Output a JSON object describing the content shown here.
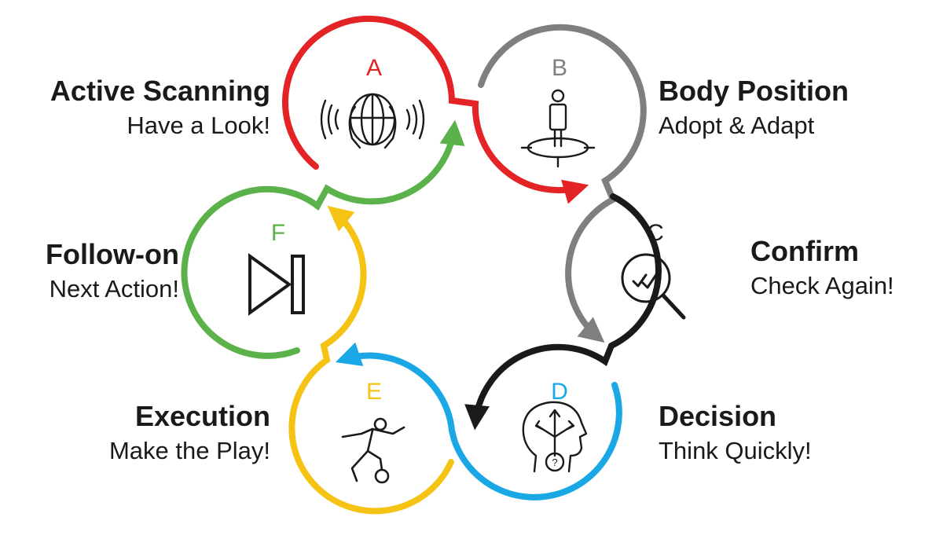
{
  "colors": {
    "a": "#e32326",
    "b": "#7f7f7f",
    "c": "#1a1a1a",
    "d": "#1aa7e6",
    "e": "#f5c313",
    "f": "#5bb24a"
  },
  "steps": [
    {
      "letter": "A",
      "title": "Active Scanning",
      "subtitle": "Have a Look!",
      "icon": "scanning-heads-icon"
    },
    {
      "letter": "B",
      "title": "Body Position",
      "subtitle": "Adopt & Adapt",
      "icon": "body-position-icon"
    },
    {
      "letter": "C",
      "title": "Confirm",
      "subtitle": "Check Again!",
      "icon": "magnifier-check-icon"
    },
    {
      "letter": "D",
      "title": "Decision",
      "subtitle": "Think Quickly!",
      "icon": "head-decision-icon"
    },
    {
      "letter": "E",
      "title": "Execution",
      "subtitle": "Make the Play!",
      "icon": "player-kick-icon"
    },
    {
      "letter": "F",
      "title": "Follow-on",
      "subtitle": "Next Action!",
      "icon": "next-track-icon"
    }
  ]
}
